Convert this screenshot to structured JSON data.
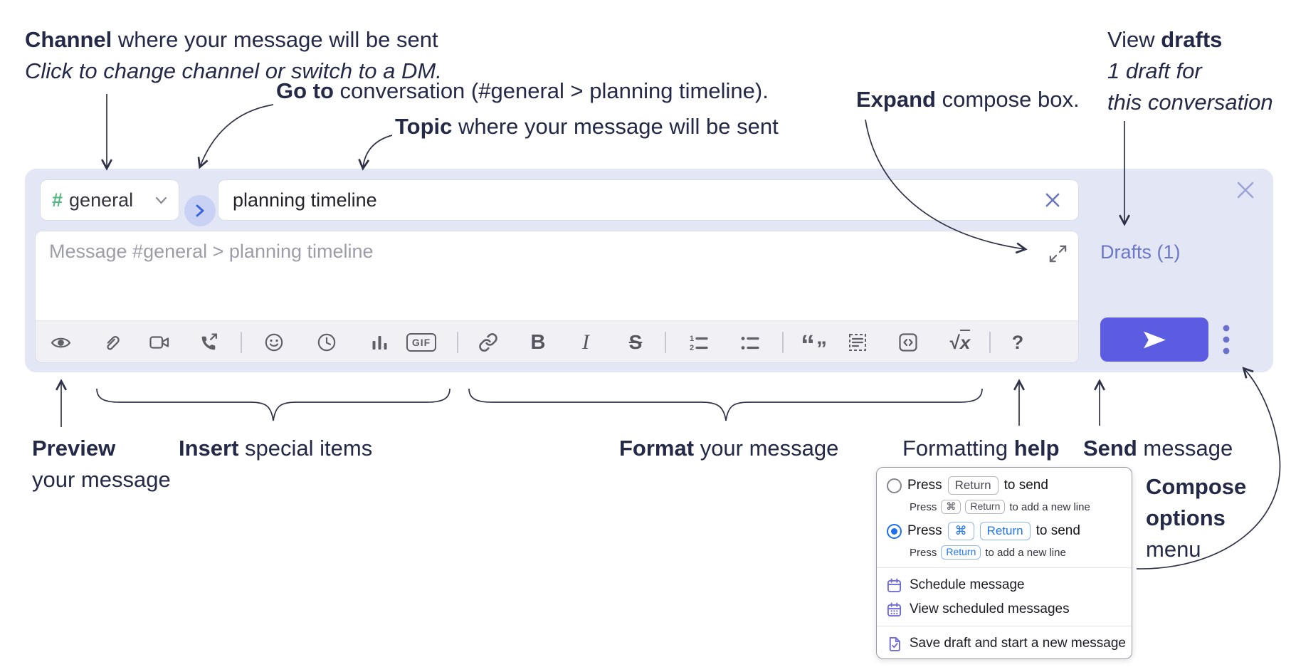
{
  "colors": {
    "compose_bg": "#e3e6f4",
    "toolbar_bg": "#f0f0f5",
    "send_button": "#5b5ce2",
    "drafts_link": "#6b77c8",
    "channel_green": "#52b980",
    "radio_blue": "#1d6ff0",
    "kbd_blue": "#2176f3",
    "menu_icon_purple": "#6f6bd8",
    "annotation_ink": "#242947",
    "icon_gray": "#5f5f68",
    "arrow_ink": "#2e3148"
  },
  "ann": {
    "channel": {
      "b": "Channel",
      "r": " where your message will be sent",
      "sub": "Click to change channel or switch to a DM."
    },
    "goto": {
      "b": "Go to",
      "r": " conversation (#general > planning timeline)."
    },
    "topic": {
      "b": "Topic",
      "r": " where your message will be sent"
    },
    "expand": {
      "b": "Expand",
      "r": " compose box."
    },
    "drafts": {
      "pre": "View ",
      "b": "drafts",
      "l2": "1 draft for",
      "l3": "this conversation"
    },
    "preview": {
      "b": "Preview",
      "l2": "your message"
    },
    "insert": {
      "b": "Insert",
      "r": " special items"
    },
    "format": {
      "b": "Format",
      "r": " your message"
    },
    "help": {
      "pre": "Formatting ",
      "b": "help"
    },
    "send": {
      "b": "Send",
      "r": " message"
    },
    "opts": {
      "l1": "Compose",
      "l2": "options",
      "l3": "menu"
    }
  },
  "compose": {
    "channel": {
      "hash": "#",
      "name": "general"
    },
    "topic": "planning timeline",
    "placeholder": "Message #general > planning timeline",
    "drafts": "Drafts (1)",
    "tb": {
      "gif": "GIF",
      "bold": "B",
      "italic": "I",
      "strike": "S",
      "sqrt": "√",
      "x": "x",
      "help": "?",
      "ol1": "1",
      "ol2": "2",
      "qo": "“",
      "qc": "”"
    }
  },
  "menu": {
    "o1": {
      "press": "Press",
      "k1": "Return",
      "suffix": "to send",
      "sub": {
        "press": "Press",
        "k1": "⌘",
        "k2": "Return",
        "suffix": "to add a new line"
      }
    },
    "o2": {
      "press": "Press",
      "k1": "⌘",
      "k2": "Return",
      "suffix": "to send",
      "sub": {
        "press": "Press",
        "k1": "Return",
        "suffix": "to add a new line"
      }
    },
    "items": [
      "Schedule message",
      "View scheduled messages",
      "Save draft and start a new message"
    ]
  },
  "icons": [
    "preview-eye",
    "attach-paperclip",
    "video-call",
    "audio-call",
    "emoji",
    "time",
    "poll",
    "gif",
    "link",
    "bold",
    "italic",
    "strikethrough",
    "numbered-list",
    "bulleted-list",
    "quote",
    "spoiler",
    "code",
    "math",
    "help",
    "expand",
    "clear-topic-x",
    "close-x",
    "chevron-down",
    "go-to-chevron",
    "send-plane",
    "overflow-dots",
    "radio",
    "calendar",
    "calendar-scheduled",
    "file-check"
  ]
}
